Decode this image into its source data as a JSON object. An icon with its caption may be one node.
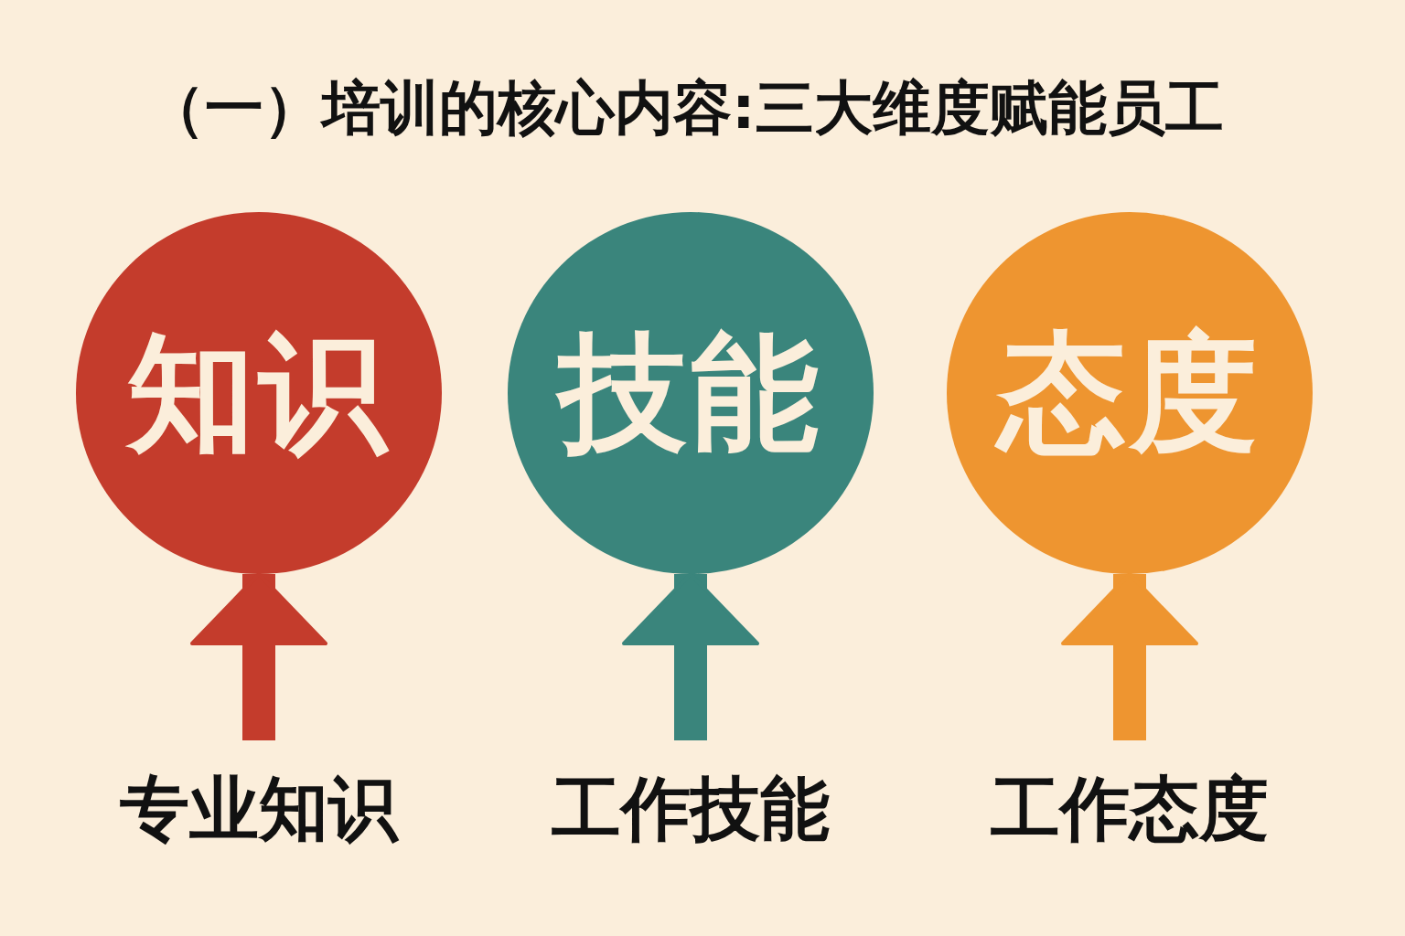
{
  "diagram": {
    "title": "（一）培训的核心内容:三大维度赋能员工",
    "nodes": [
      {
        "text": [
          "知识"
        ]
      },
      {
        "text": [
          "技能"
        ]
      },
      {
        "text": [
          "态度"
        ]
      },
      {
        "text": [
          "专业知识"
        ]
      },
      {
        "text": [
          "工作技能"
        ]
      },
      {
        "text": [
          "工作态度"
        ]
      }
    ],
    "edges": [
      {
        "from": 3,
        "to": 0,
        "arrow": "to",
        "color": "#c43c2c"
      },
      {
        "from": 4,
        "to": 1,
        "arrow": "to",
        "color": "#3a857c"
      },
      {
        "from": 5,
        "to": 2,
        "arrow": "to",
        "color": "#ee9530"
      }
    ]
  }
}
